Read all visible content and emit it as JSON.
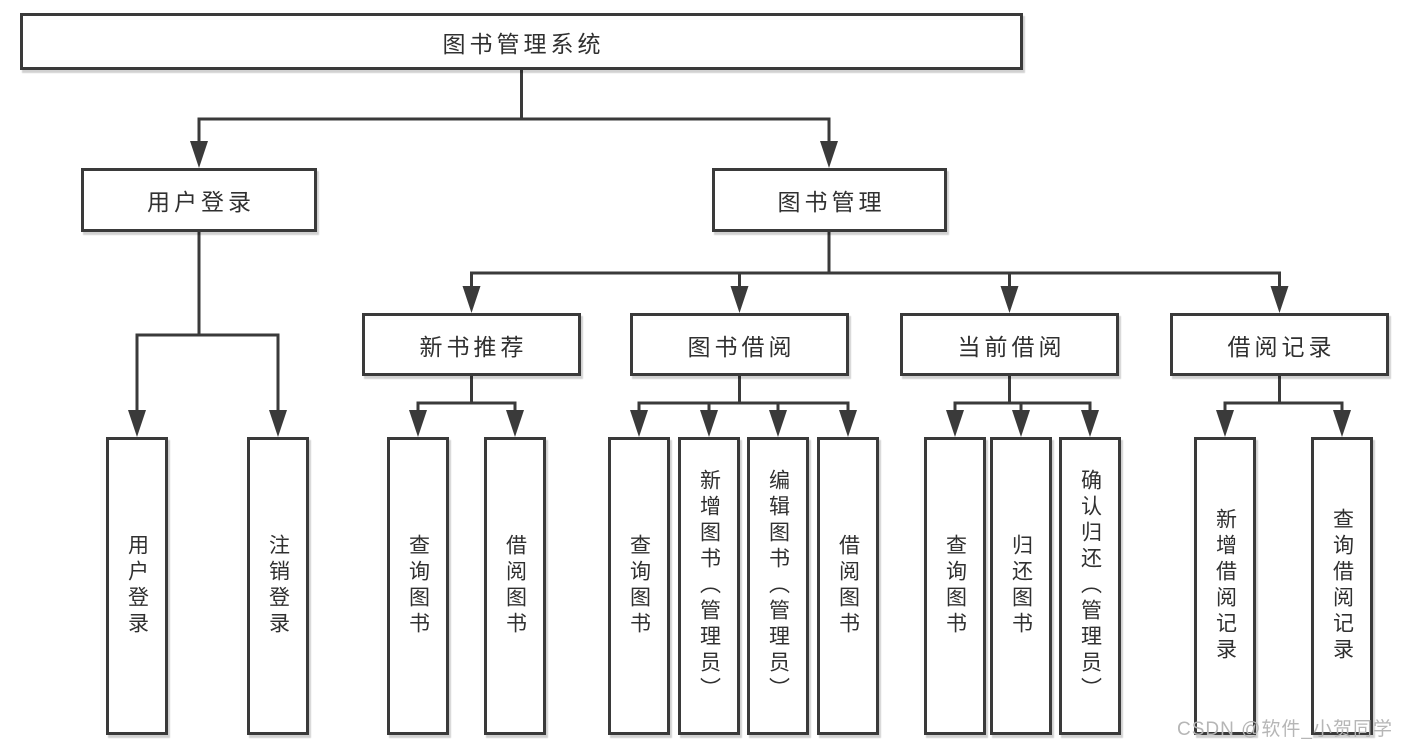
{
  "diagram": {
    "title": "图书管理系统",
    "children": [
      {
        "label": "用户登录",
        "children": [
          {
            "label": "用户登录"
          },
          {
            "label": "注销登录"
          }
        ]
      },
      {
        "label": "图书管理",
        "children": [
          {
            "label": "新书推荐",
            "children": [
              {
                "label": "查询图书"
              },
              {
                "label": "借阅图书"
              }
            ]
          },
          {
            "label": "图书借阅",
            "children": [
              {
                "label": "查询图书"
              },
              {
                "label": "新增图书（管理员）"
              },
              {
                "label": "编辑图书（管理员）"
              },
              {
                "label": "借阅图书"
              }
            ]
          },
          {
            "label": "当前借阅",
            "children": [
              {
                "label": "查询图书"
              },
              {
                "label": "归还图书"
              },
              {
                "label": "确认归还（管理员）"
              }
            ]
          },
          {
            "label": "借阅记录",
            "children": [
              {
                "label": "新增借阅记录"
              },
              {
                "label": "查询借阅记录"
              }
            ]
          }
        ]
      }
    ]
  },
  "watermark": {
    "text": "CSDN @软件_小贺同学"
  },
  "colors": {
    "line": "#3a3a3a",
    "box_border": "#3a3a3a",
    "text": "#303030",
    "watermark": "#b6b6b6",
    "background": "#ffffff"
  }
}
